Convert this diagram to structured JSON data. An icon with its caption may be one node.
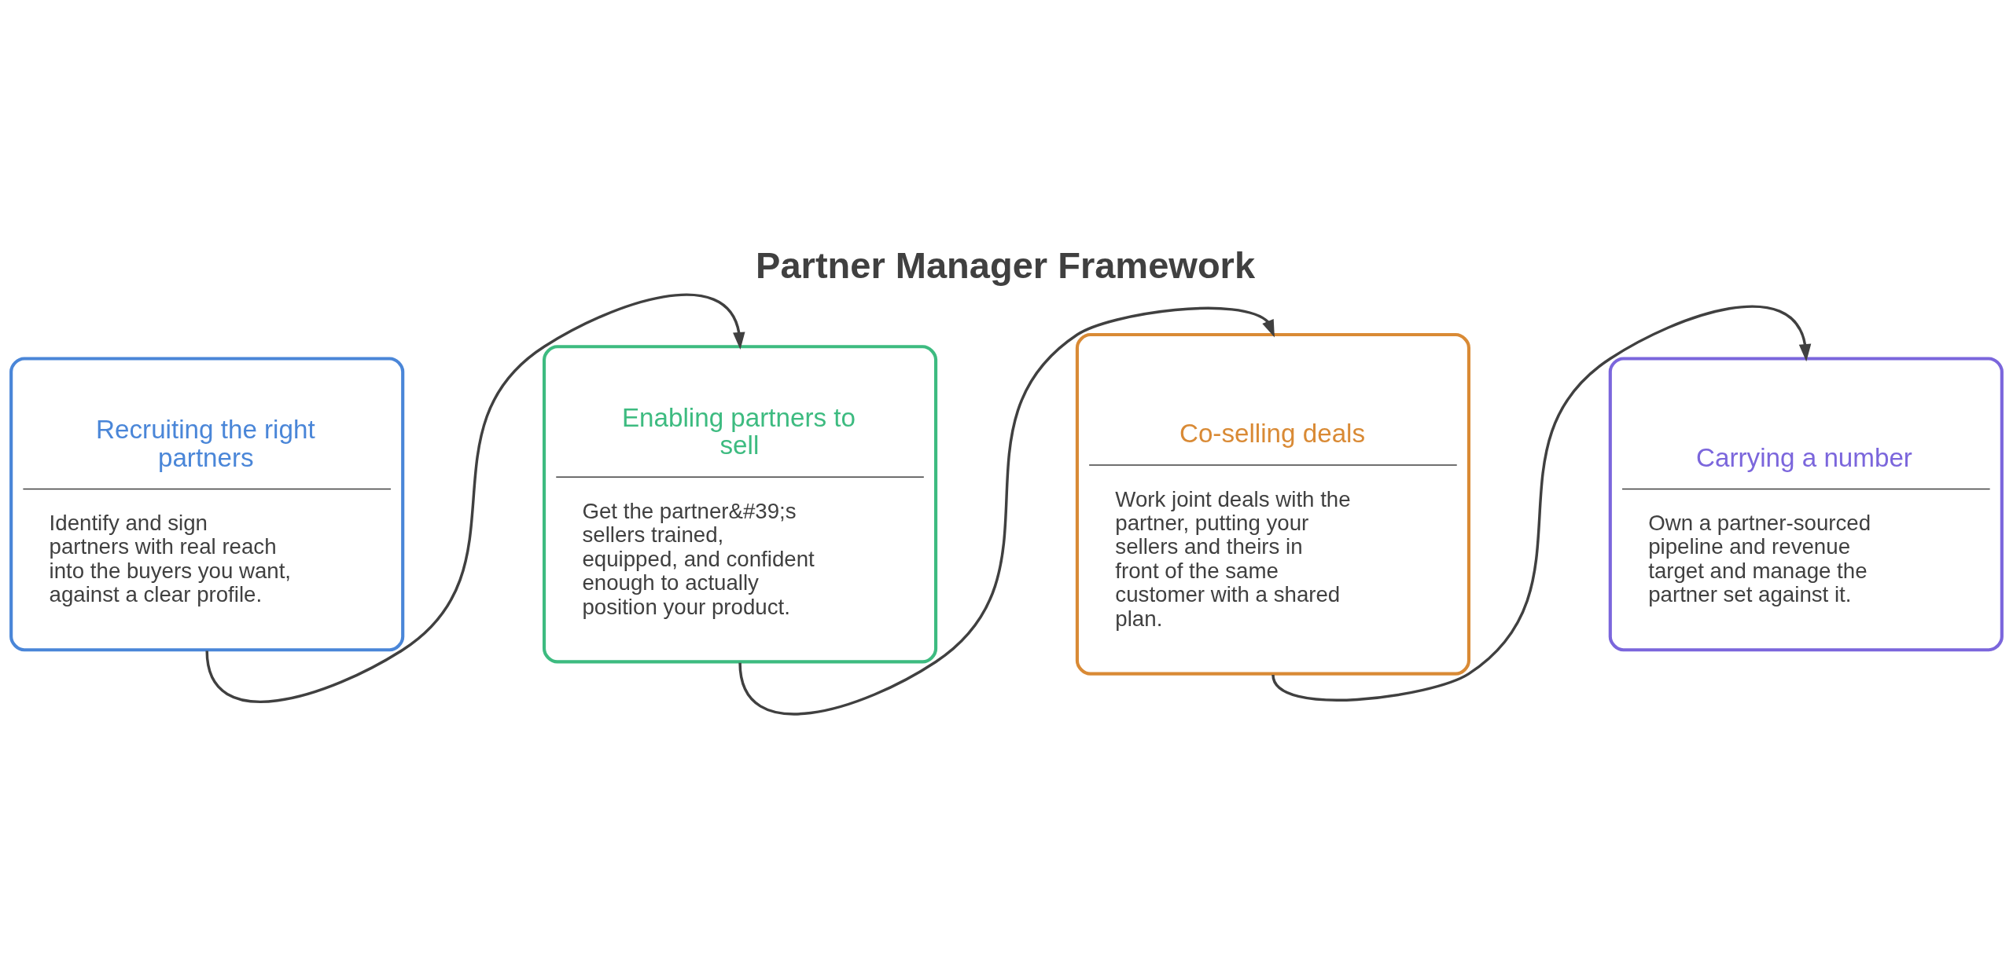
{
  "diagram": {
    "title": "Partner Manager Framework",
    "nodes": [
      {
        "text": [
          "Recruiting the right partners",
          "Identify and sign partners with real reach into the buyers you want, against a clear profile."
        ]
      },
      {
        "text": [
          "Enabling partners to sell",
          "Get the partner&#39;s sellers trained, equipped, and confident enough to actually position your product."
        ]
      },
      {
        "text": [
          "Co-selling deals",
          "Work joint deals with the partner, putting your sellers and theirs in front of the same customer with a shared plan."
        ]
      },
      {
        "text": [
          "Carrying a number",
          "Own a partner-sourced pipeline and revenue target and manage the partner set against it."
        ]
      }
    ],
    "edges": [
      {
        "from": 0,
        "to": 1,
        "arrow": "to"
      },
      {
        "from": 1,
        "to": 2,
        "arrow": "to"
      },
      {
        "from": 2,
        "to": 3,
        "arrow": "to"
      }
    ]
  }
}
